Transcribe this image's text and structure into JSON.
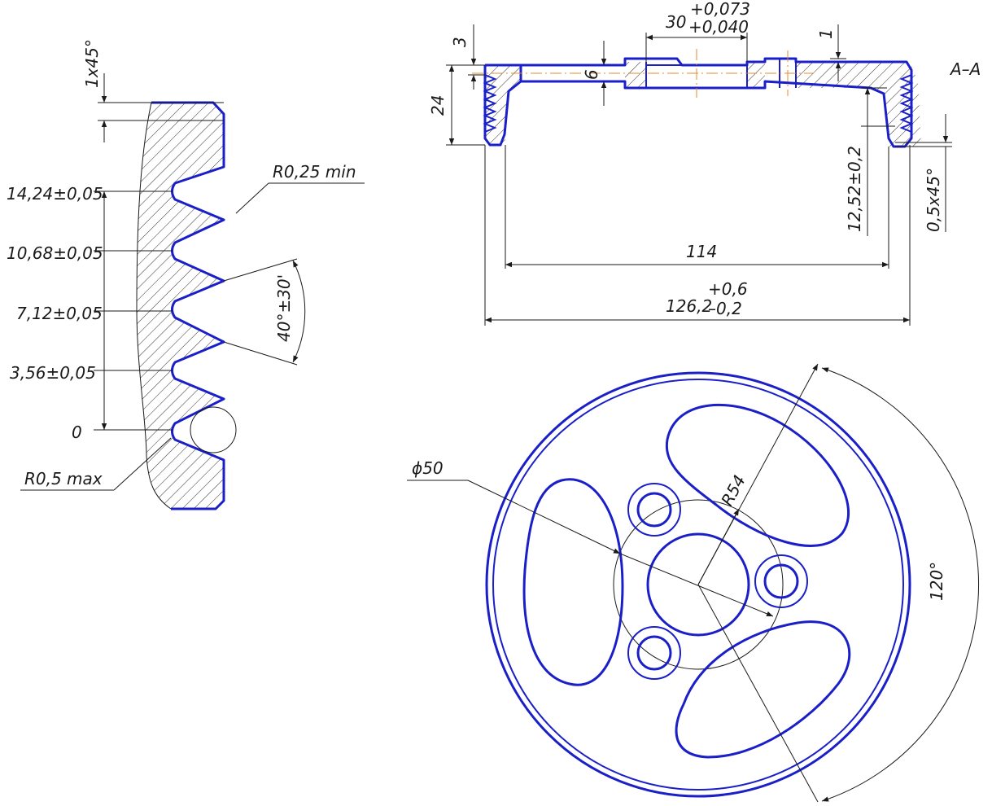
{
  "colors": {
    "contour": "#1a1fc8",
    "dimension": "#1a1a1a",
    "axis": "#e38b2c",
    "hatch": "#333333"
  },
  "thread_profile": {
    "chamfer": "1x45°",
    "radius_tip": "R0,25 min",
    "radius_root": "R0,5 max",
    "angle": "40°±30'",
    "levels": [
      "14,24±0,05",
      "10,68±0,05",
      "7,12±0,05",
      "3,56±0,05",
      "0"
    ]
  },
  "section": {
    "title": "A–A",
    "dims": {
      "d3": "3",
      "d24": "24",
      "d6": "6",
      "d1": "1",
      "d30_base": "30",
      "d30_upper": "+0,073",
      "d30_lower": "+0,040",
      "d114": "114",
      "d126_base": "126,2",
      "d126_upper": "+0,6",
      "d126_lower": "–0,2",
      "d12": "12,52±0,2",
      "chamfer": "0,5x45°"
    }
  },
  "plan_view": {
    "dia": "ϕ50",
    "radius": "R54",
    "angle": "120°"
  }
}
